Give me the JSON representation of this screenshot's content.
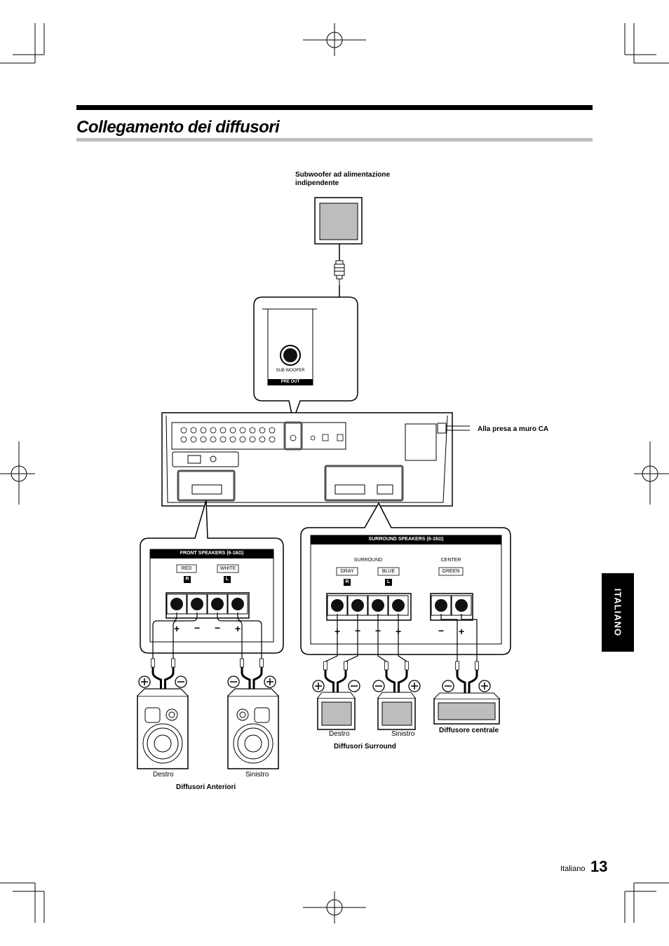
{
  "page": {
    "title": "Collegamento dei diffusori",
    "side_tab": "ITALIANO",
    "footer_language": "Italiano",
    "page_number": "13"
  },
  "diagram": {
    "subwoofer_label_line1": "Subwoofer ad alimentazione",
    "subwoofer_label_line2": "indipendente",
    "ac_outlet_label": "Alla presa a muro CA",
    "sub_woofer_jack": "SUB WOOFER",
    "pre_out": "PRE OUT",
    "front_panel_header": "FRONT SPEAKERS (6-16Ω)",
    "surround_panel_header": "SURROUND SPEAKERS (6-16Ω)",
    "front_right_color": "RED",
    "front_left_color": "WHITE",
    "surround_section": "SURROUND",
    "center_section": "CENTER",
    "surround_right_color": "GRAY",
    "surround_left_color": "BLUE",
    "center_color": "GREEN",
    "r_badge": "R",
    "l_badge": "L",
    "plus": "+",
    "minus": "−",
    "front_right_caption": "Destro",
    "front_left_caption": "Sinistro",
    "front_group_caption": "Diffusori Anteriori",
    "surround_right_caption": "Destro",
    "surround_left_caption": "Sinistro",
    "surround_group_caption": "Diffusori Surround",
    "center_caption": "Diffusore centrale"
  }
}
